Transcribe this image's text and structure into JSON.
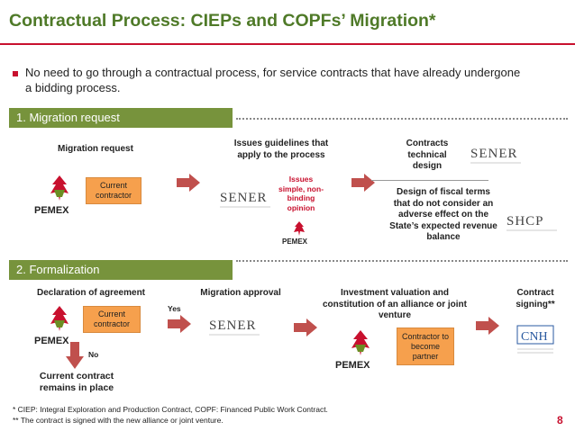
{
  "title": "Contractual Process: CIEPs and COPFs’ Migration*",
  "bullet": "No need to go through a contractual process, for service contracts that have already undergone a bidding process.",
  "section1": {
    "label": "1. Migration request",
    "migration_request": "Migration request",
    "current_contractor": "Current contractor",
    "issues_guidelines": "Issues guidelines that apply to the process",
    "issues_note": "Issues simple, non-binding opinion",
    "contracts_design": "Contracts technical design",
    "fiscal_terms": "Design of fiscal terms that do not consider an adverse effect on the State’s expected revenue balance"
  },
  "section2": {
    "label": "2. Formalization",
    "declaration": "Declaration of agreement",
    "current_contractor": "Current contractor",
    "yes": "Yes",
    "no": "No",
    "remains": "Current contract remains in place",
    "migration_approval": "Migration approval",
    "investment": "Investment valuation and constitution of an alliance or joint venture",
    "contractor_partner": "Contractor to become partner",
    "contract_signing": "Contract signing**"
  },
  "logos": {
    "pemex": "PEMEX",
    "sener": "SENER",
    "shcp": "SHCP",
    "cnh": "CNH"
  },
  "footnotes": {
    "f1": "*  CIEP: Integral Exploration and Production Contract, COPF: Financed Public Work Contract.",
    "f2": "**  The contract is signed with the new alliance or joint venture."
  },
  "page_number": "8",
  "colors": {
    "title_green": "#4f7a28",
    "section_green": "#77933c",
    "accent_red": "#c8102e",
    "arrow_red": "#c0504d",
    "box_orange": "#f6a04d"
  }
}
